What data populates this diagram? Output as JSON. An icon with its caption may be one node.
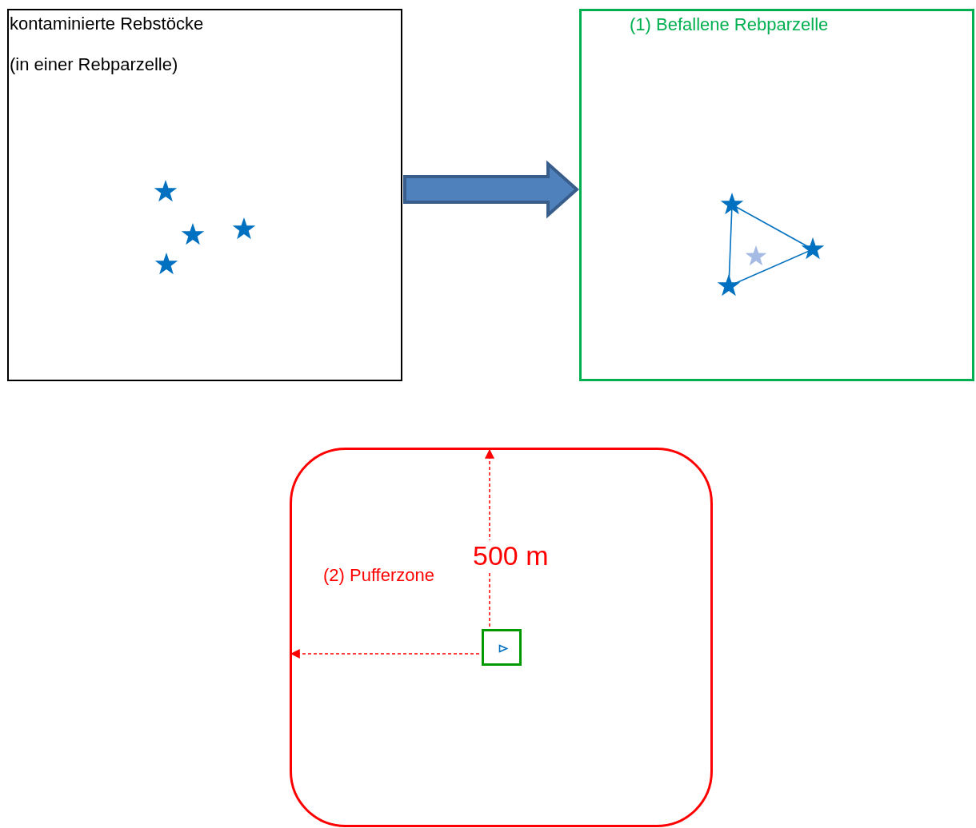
{
  "diagram": {
    "nodes": [
      {
        "text": [
          "kontaminierte Rebstöcke",
          "(in einer Rebparzelle)"
        ]
      },
      {
        "text": [
          "(1) Befallene Rebparzelle"
        ]
      },
      {
        "text": [
          "(2) Pufferzone"
        ]
      },
      {
        "text": [],
        "shape": "box",
        "in": 2
      }
    ],
    "edges": [
      {
        "from": 0,
        "to": 1,
        "arrow": "to",
        "style": "thick",
        "color": "#4f81bd"
      },
      {
        "from": 3,
        "to": 2,
        "arrow": "to",
        "style": "dashed",
        "color": "#ff0000",
        "label": "500 m"
      },
      {
        "from": 3,
        "to": 2,
        "arrow": "to",
        "style": "dashed",
        "color": "#ff0000"
      }
    ]
  }
}
